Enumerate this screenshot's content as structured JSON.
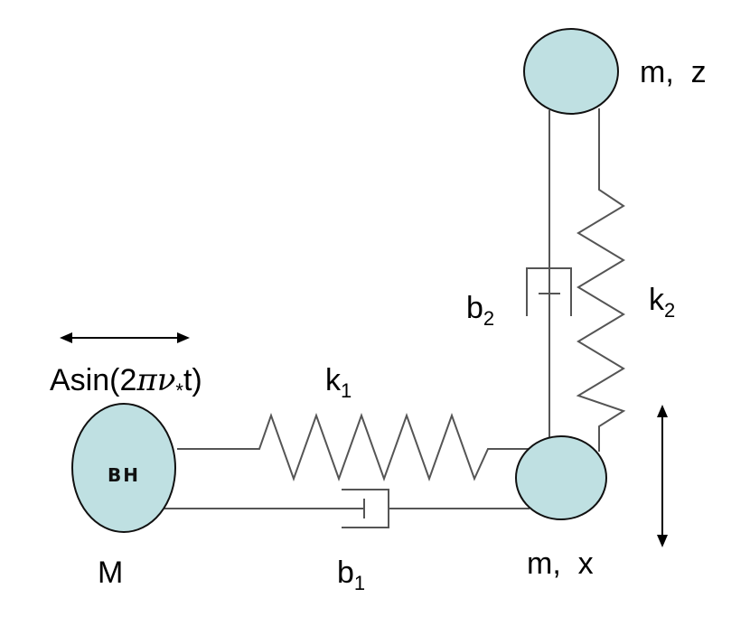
{
  "colors": {
    "mass_fill": "#bfe0e2",
    "mass_stroke": "#111111",
    "line": "#555555"
  },
  "labels": {
    "black_hole": "BH",
    "black_hole_mass": "M",
    "drive": {
      "prefix": "Asin(2",
      "pi": "π",
      "nu": "ν",
      "nu_sub": "*",
      "suffix": "t)"
    },
    "k1": {
      "base": "k",
      "sub": "1"
    },
    "b1": {
      "base": "b",
      "sub": "1"
    },
    "k2": {
      "base": "k",
      "sub": "2"
    },
    "b2": {
      "base": "b",
      "sub": "2"
    },
    "mass_x": "m,  x",
    "mass_z": "m,  z"
  }
}
